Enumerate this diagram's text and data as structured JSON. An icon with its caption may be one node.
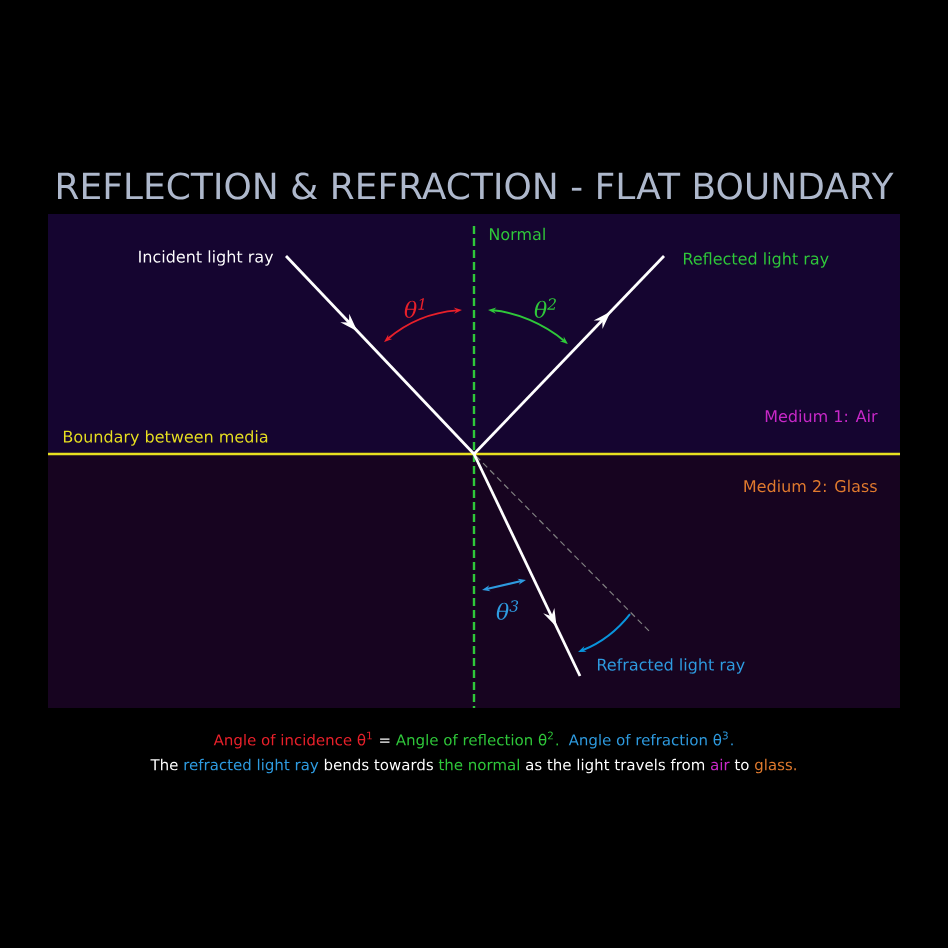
{
  "diagram": {
    "title": "REFLECTION & REFRACTION - FLAT BOUNDARY",
    "labels": [
      "Normal",
      "Incident light ray",
      "Reflected light ray",
      "θ$^{1}$",
      "θ$^{2}$",
      "Boundary between media",
      "θ$^{3}$",
      "Refracted light ray",
      "Angle of incidence θ$^{1}$",
      "=",
      "Angle of reflection θ$^{2}$.",
      "Angle of refraction θ$^{3}$.",
      "The",
      "refracted light ray",
      "bends towards",
      "the normal",
      "as the light travels from",
      "air",
      "to",
      "glass.",
      "Medium 1: Air",
      "Medium 2: Glass"
    ]
  }
}
